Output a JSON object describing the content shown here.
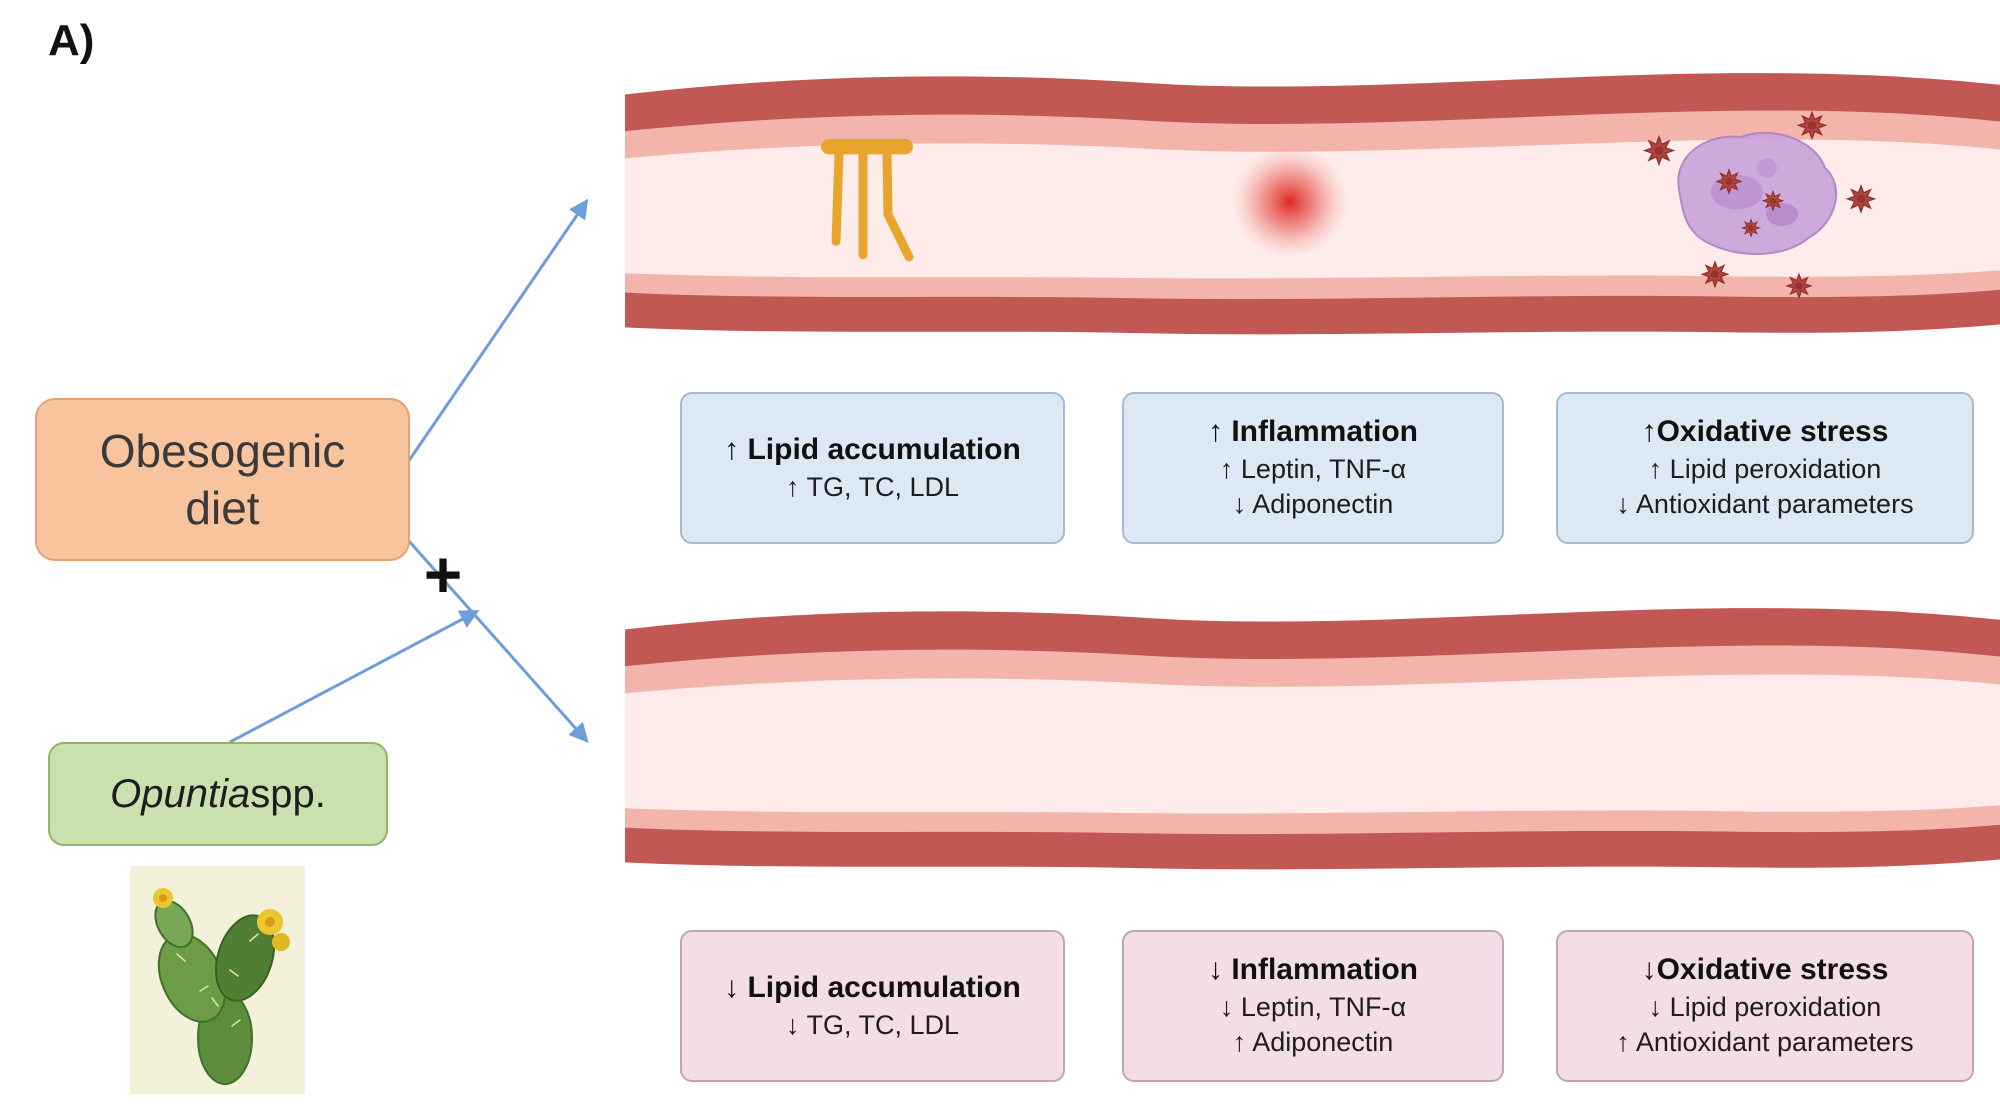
{
  "panel": {
    "label": "A)",
    "plus": "+"
  },
  "inputs": {
    "obesogenic_diet": {
      "line1": "Obesogenic",
      "line2": "diet"
    },
    "opuntia": {
      "genus": "Opuntia",
      "suffix": " spp."
    }
  },
  "outcomes": {
    "diet_only": [
      {
        "title": "↑ Lipid accumulation",
        "lines": [
          "↑ TG, TC, LDL"
        ]
      },
      {
        "title": "↑ Inflammation",
        "lines": [
          "↑ Leptin, TNF-α",
          "↓ Adiponectin"
        ]
      },
      {
        "title": "↑Oxidative stress",
        "lines": [
          "↑ Lipid peroxidation",
          "↓ Antioxidant parameters"
        ]
      }
    ],
    "diet_plus_opuntia": [
      {
        "title": "↓ Lipid accumulation",
        "lines": [
          "↓ TG, TC, LDL"
        ]
      },
      {
        "title": "↓ Inflammation",
        "lines": [
          "↓ Leptin, TNF-α",
          "↑ Adiponectin"
        ]
      },
      {
        "title": "↓Oxidative stress",
        "lines": [
          "↓ Lipid peroxidation",
          "↑ Antioxidant parameters"
        ]
      }
    ]
  },
  "colors": {
    "diet_box_bg": "#f8c49e",
    "opuntia_box_bg": "#c9e1af",
    "outcome_up_bg": "#dce9f5",
    "outcome_down_bg": "#f3dde6",
    "vessel_wall": "#c25854",
    "vessel_inner": "#f2b4ab",
    "vessel_lumen": "#fdecea",
    "arrow": "#6d9edb",
    "lipid_deposit": "#e7a52e",
    "inflammation_glow": "#e0201c",
    "immune_cell": "#c8a3da",
    "ros_particle": "#b5443f"
  }
}
